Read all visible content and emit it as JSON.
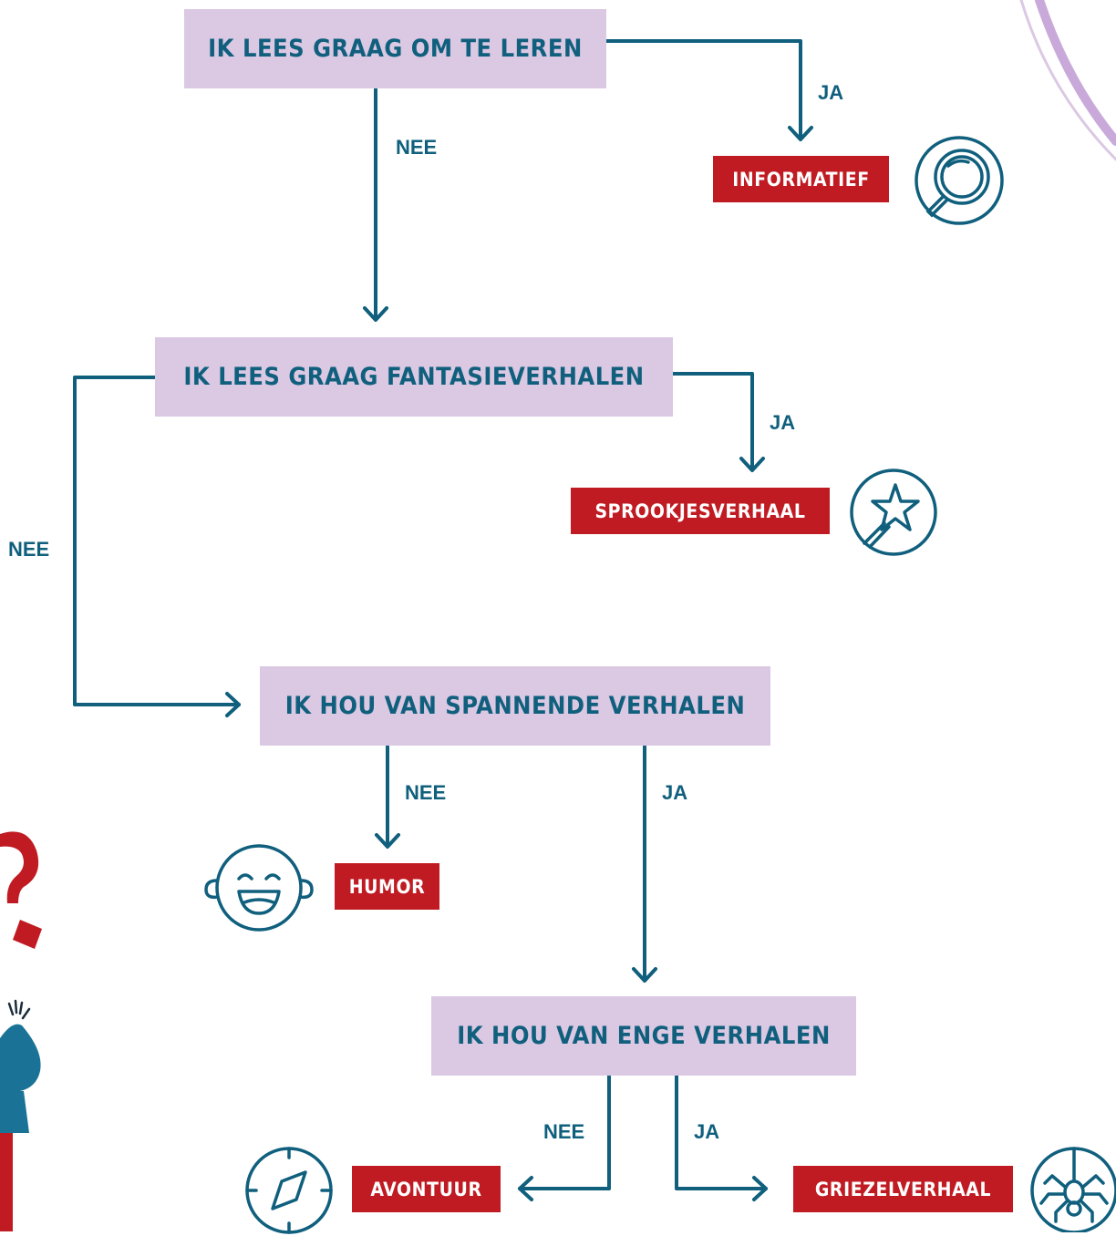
{
  "questions": {
    "q1": "IK LEES GRAAG OM TE LEREN",
    "q2": "IK LEES GRAAG FANTASIEVERHALEN",
    "q3": "IK HOU VAN SPANNENDE VERHALEN",
    "q4": "IK HOU VAN ENGE VERHALEN"
  },
  "results": {
    "informatief": "INFORMATIEF",
    "sprookjesverhaal": "SPROOKJESVERHAAL",
    "humor": "HUMOR",
    "avontuur": "AVONTUUR",
    "griezelverhaal": "GRIEZELVERHAAL"
  },
  "labels": {
    "ja": "JA",
    "nee": "NEE"
  },
  "icons": {
    "informatief": "magnifier-icon",
    "sprookjesverhaal": "magic-wand-star-icon",
    "humor": "laughing-face-icon",
    "avontuur": "compass-icon",
    "griezelverhaal": "spider-icon"
  },
  "colors": {
    "question_bg": "#dbc8e3",
    "question_text": "#0f5f7d",
    "result_bg": "#c01b22",
    "result_text": "#ffffff",
    "line": "#0f5f7d",
    "accent_purple": "#c9a9d9"
  }
}
